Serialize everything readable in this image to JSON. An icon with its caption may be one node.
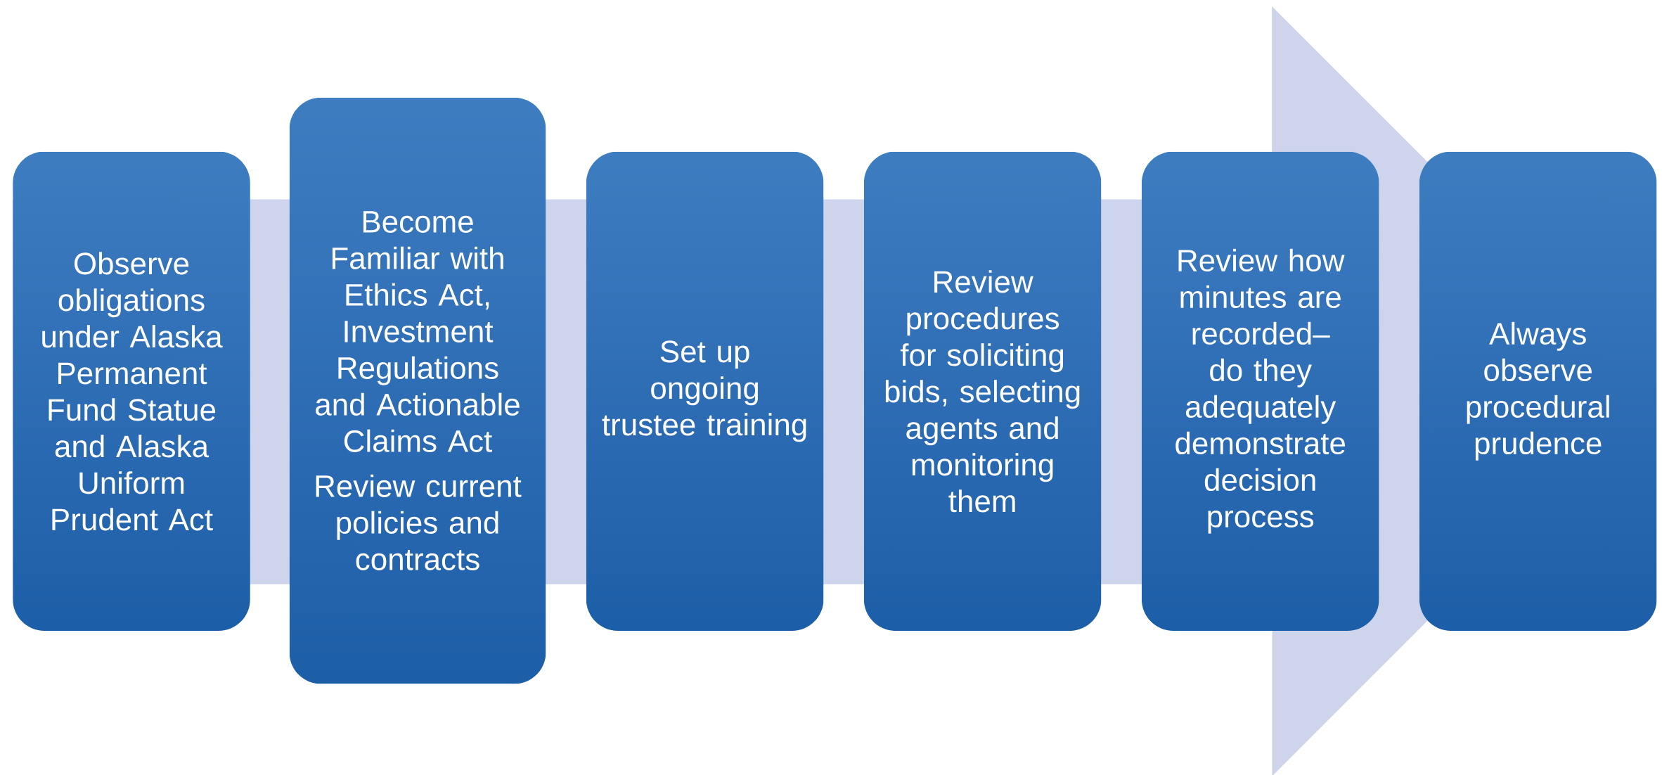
{
  "diagram": {
    "nodes": [
      {
        "text": [
          "Observe obligations under Alaska Permanent Fund Statue and Alaska Uniform Prudent Act"
        ]
      },
      {
        "text": [
          "Become Familiar with Ethics Act, Investment Regulations and Actionable Claims Act",
          "Review current policies and contracts"
        ]
      },
      {
        "text": [
          "Set up ongoing trustee training"
        ]
      },
      {
        "text": [
          "Review procedures for soliciting bids, selecting agents and monitoring them"
        ]
      },
      {
        "text": [
          "Review how minutes are recorded– do they adequately demonstrate decision process"
        ]
      },
      {
        "text": [
          "Always observe procedural prudence"
        ]
      }
    ],
    "edges": [
      {
        "from": 0,
        "to": 5,
        "arrow": "to"
      }
    ]
  }
}
